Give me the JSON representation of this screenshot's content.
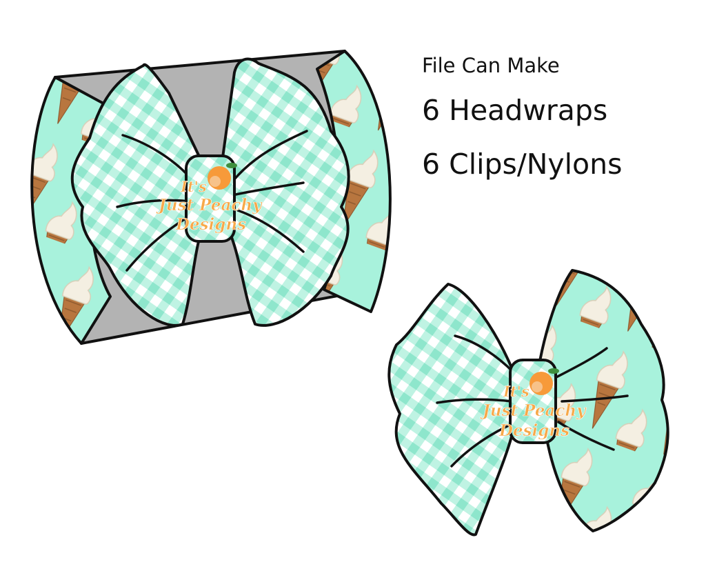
{
  "caption": {
    "line1": "File Can Make",
    "line2": "6 Headwraps",
    "line3": "6 Clips/Nylons"
  },
  "watermark": {
    "line1": "It's",
    "line2": "Just Peachy",
    "line3": "Designs"
  },
  "products": [
    {
      "name": "headwrap",
      "band_pattern": "ice-cream-cone",
      "bow_pattern": "gingham"
    },
    {
      "name": "clip-bow",
      "left_pattern": "gingham",
      "right_pattern": "ice-cream-cone"
    }
  ],
  "colors": {
    "mint": "#a8f2dc",
    "gingham_line": "#7fe0c4",
    "band_gray": "#b3b3b3",
    "outline": "#111111",
    "cone": "#b8763f",
    "cream": "#f4efe2",
    "peach": "#f79a3a",
    "text": "#111111"
  }
}
